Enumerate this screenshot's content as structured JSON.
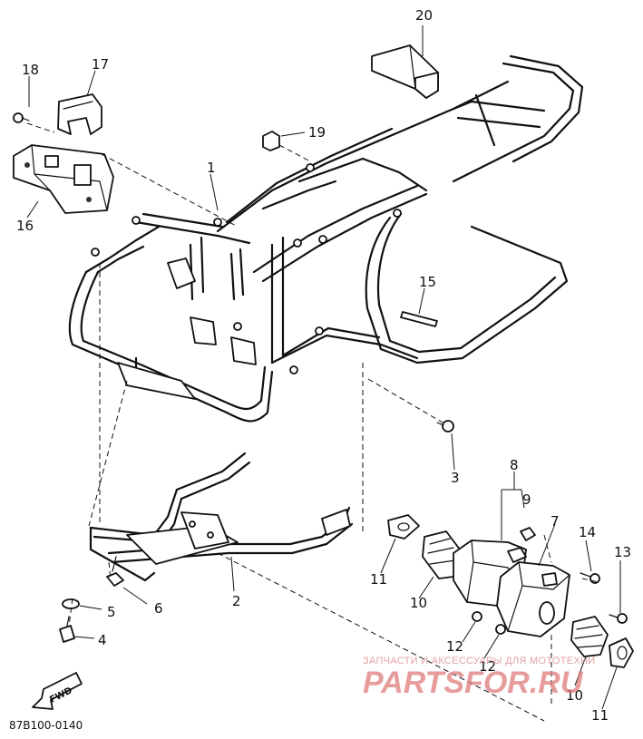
{
  "diagram_code": "87B100-0140",
  "fwd_label": "FWD",
  "watermark": {
    "subtitle": "ЗАПЧАСТИ И АКСЕССУАРЫ ДЛЯ МОТОТЕХНИ",
    "brand": "PARTSFOR.RU"
  },
  "callouts": [
    "1",
    "2",
    "3",
    "4",
    "5",
    "6",
    "7",
    "8",
    "9",
    "10",
    "10",
    "11",
    "11",
    "12",
    "12",
    "13",
    "14",
    "15",
    "16",
    "17",
    "18",
    "19",
    "20"
  ]
}
